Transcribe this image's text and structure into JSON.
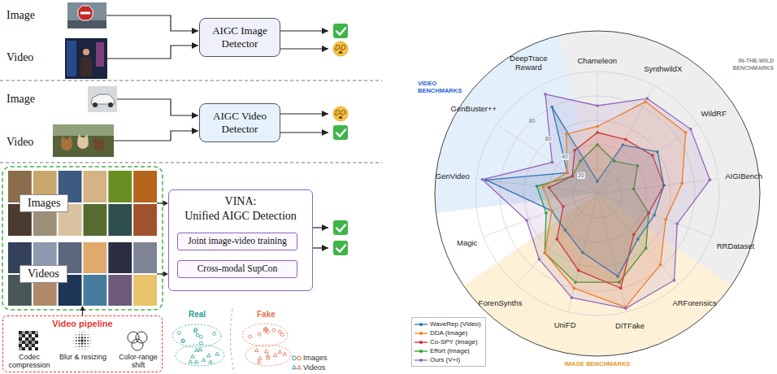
{
  "diagram": {
    "nodes": [
      {
        "text": [
          "AIGC Image Detector"
        ]
      },
      {
        "text": [
          "AIGC Video Detector"
        ]
      },
      {
        "text": [
          "Images"
        ]
      },
      {
        "text": [
          "Videos"
        ]
      },
      {
        "text": [
          "VINA:",
          "Unified AIGC Detection"
        ]
      },
      {
        "text": [
          "Joint image-video training"
        ],
        "in": 4
      },
      {
        "text": [
          "Cross-modal SupCon"
        ],
        "in": 4
      },
      {
        "text": [
          "Video pipeline",
          "Codec compression",
          "Blur & resizing",
          "Color-range shift"
        ]
      }
    ],
    "edges": [
      {
        "from": 2,
        "to": 4,
        "arrow": "to"
      },
      {
        "from": 3,
        "to": 4,
        "arrow": "to"
      },
      {
        "from": 7,
        "to": 3,
        "arrow": "to"
      }
    ],
    "labels": [
      "Image",
      "Video",
      "Image",
      "Video",
      "Real",
      "Fake",
      "Images",
      "Videos",
      "Chameleon",
      "SynthwildX",
      "WildRF",
      "AIGIBench",
      "RRDataset",
      "ARForensics",
      "DiTFake",
      "UniFD",
      "ForenSynths",
      "Magic",
      "GenVideo",
      "GenBuster++",
      "DeepTrace Reward",
      "IN-THE-WILD BENCHMARKS",
      "IMAGE BENCHMARKS",
      "VIDEO BENCHMARKS",
      "20",
      "40",
      "60",
      "80"
    ],
    "legend": [
      {
        "text": "WaveRep (Video)"
      },
      {
        "text": "DDA (Image)"
      },
      {
        "text": "Co-SPY (Image)"
      },
      {
        "text": "Effort (Image)"
      },
      {
        "text": "Ours (V+I)"
      }
    ]
  }
}
